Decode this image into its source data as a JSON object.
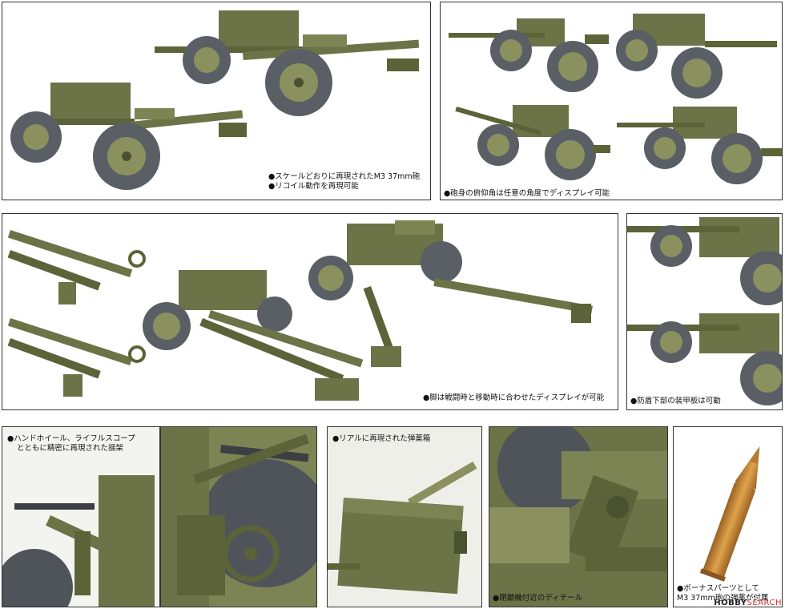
{
  "captions": {
    "p1_line1": "●スケールどおりに再現されたM3 37mm砲",
    "p1_line2": "●リコイル動作を再現可能",
    "p2": "●砲身の俯仰角は任意の角度でディスプレイ可能",
    "p3": "●脚は戦闘時と移動時に合わせたディスプレイが可能",
    "p4": "●防盾下部の装甲板は可動",
    "p5_line1": "●ハンドホイール、ライフルスコープ",
    "p5_line2": "とともに精密に再現された揺架",
    "p6": "●リアルに再現された弾薬箱",
    "p7": "●閉鎖機付近のディテール",
    "p8_line1": "●ボーナスパーツとして",
    "p8_line2": "M3 37mm砲の弾薬が付属"
  },
  "watermark": {
    "brand": "HOBBY",
    "suffix": "SEARCH"
  },
  "colors": {
    "olive": "#6b7347",
    "olive_dark": "#4a5130",
    "olive_light": "#8a915f",
    "tire": "#5a5f66",
    "tire_light": "#7b8088",
    "brass": "#c98a3a"
  }
}
